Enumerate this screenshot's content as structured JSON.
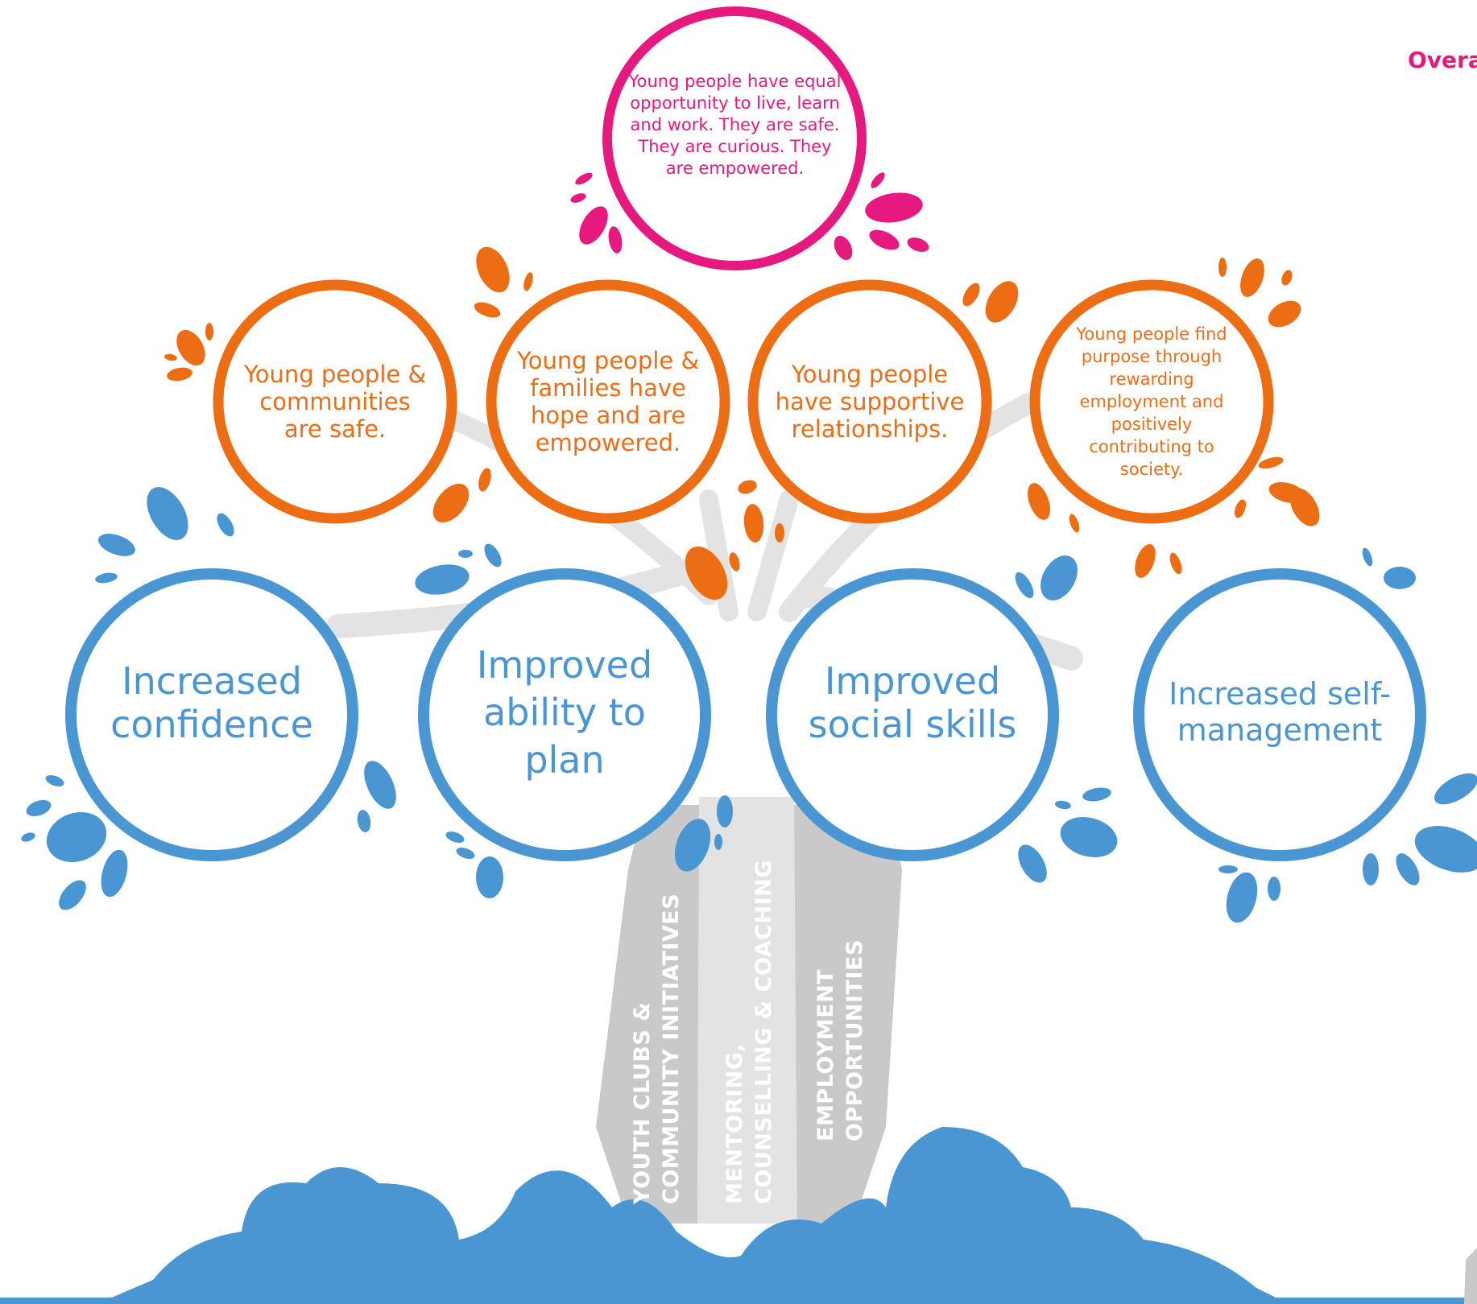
{
  "header_label": "Overa",
  "vision": "Young people have equal opportunity to live, learn and work. They are safe. They are curious. They are empowered.",
  "outcomes": [
    "Young people & communities are safe.",
    "Young people & families have hope and are empowered.",
    "Young people have supportive relationships.",
    "Young people find purpose through rewarding employment and positively contributing to society."
  ],
  "impacts": [
    "Increased confidence",
    "Improved ability to plan",
    "Improved social skills",
    "Increased self-management"
  ],
  "activities": [
    "YOUTH CLUBS &\nCOMMUNITY INITIATIVES",
    "MENTORING,\nCOUNSELLING & COACHING",
    "EMPLOYMENT\nOPPORTUNITIES"
  ],
  "colors": {
    "vision": "#e6197f",
    "outcome": "#ec6d14",
    "impact": "#4a96d3",
    "trunk": "#c9c9c9",
    "branches": "#e3e3e3",
    "ground": "#4a96d3"
  }
}
